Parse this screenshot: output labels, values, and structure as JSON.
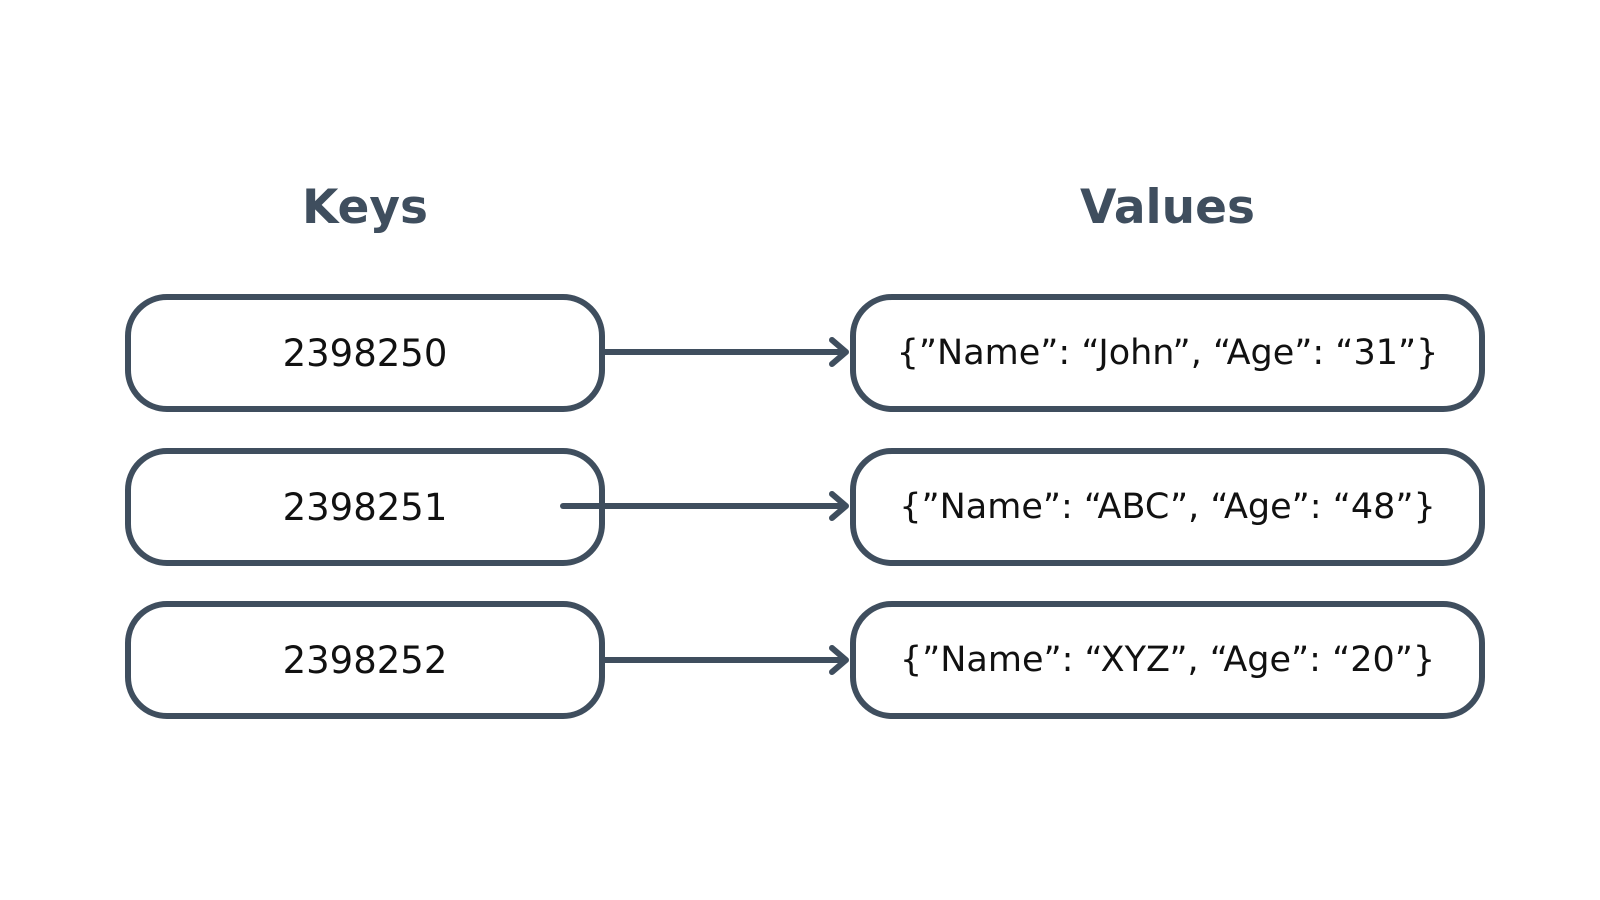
{
  "headers": {
    "keys": "Keys",
    "values": "Values"
  },
  "rows": [
    {
      "key": "2398250",
      "value": "{”Name”: “John”, “Age”: “31”}"
    },
    {
      "key": "2398251",
      "value": "{”Name”: “ABC”, “Age”: “48”}"
    },
    {
      "key": "2398252",
      "value": "{”Name”: “XYZ”, “Age”: “20”}"
    }
  ],
  "colors": {
    "stroke": "#3f4e5e",
    "header_text": "#3f4e5e",
    "box_text": "#111111",
    "background": "#ffffff"
  }
}
